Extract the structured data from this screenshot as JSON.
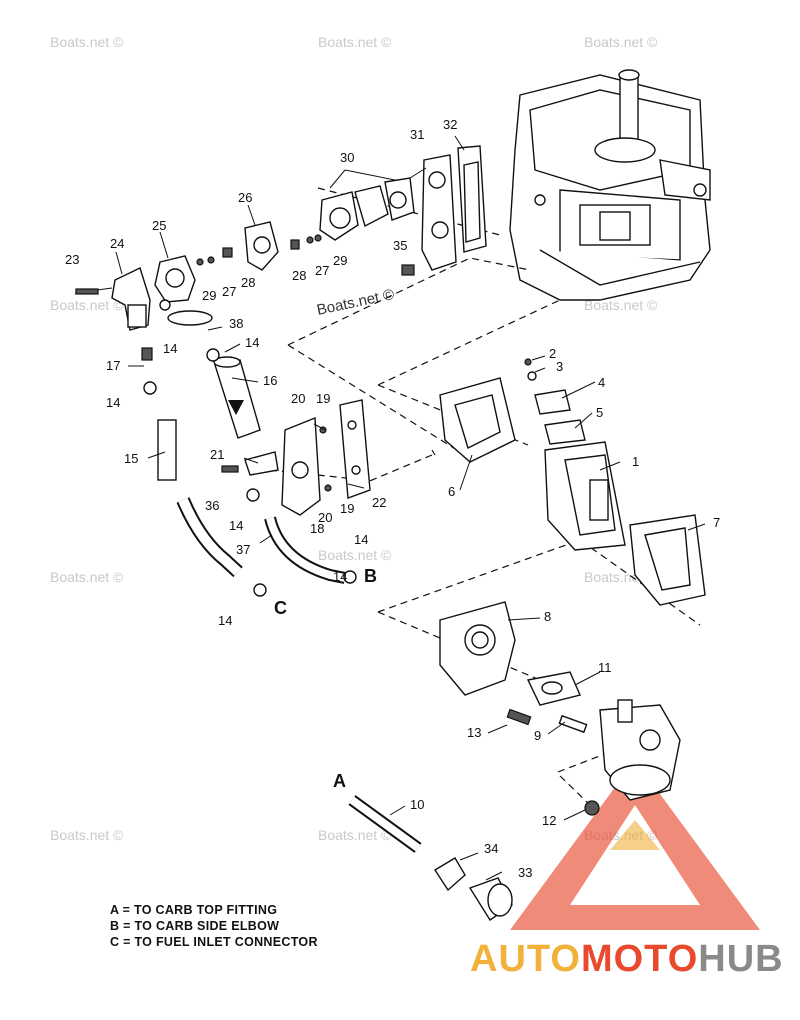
{
  "watermarks": [
    "Boats.net ©",
    "Boats.net ©",
    "Boats.net ©",
    "Boats.net ©",
    "Boats.net ©",
    "Boats.net ©",
    "Boats.net ©",
    "Boats.net ©",
    "Boats.net ©",
    "Boats.net ©",
    "Boats.net ©"
  ],
  "watermark_center": "Boats.net ©",
  "part_labels": [
    "1",
    "2",
    "3",
    "4",
    "5",
    "6",
    "7",
    "8",
    "9",
    "10",
    "11",
    "12",
    "13",
    "14",
    "14",
    "14",
    "14",
    "14",
    "14",
    "14",
    "15",
    "16",
    "17",
    "18",
    "19",
    "19",
    "20",
    "20",
    "21",
    "22",
    "23",
    "24",
    "25",
    "26",
    "27",
    "27",
    "28",
    "28",
    "29",
    "29",
    "30",
    "31",
    "32",
    "33",
    "34",
    "35",
    "36",
    "37",
    "38"
  ],
  "ref_labels": [
    "A",
    "B",
    "C"
  ],
  "legend": {
    "a": "A = TO CARB TOP FITTING",
    "b": "B = TO CARB SIDE ELBOW",
    "c": "C = TO FUEL INLET CONNECTOR"
  },
  "brand": {
    "part1": "AUTO",
    "part2": "MOTO",
    "part3": "HUB"
  },
  "colors": {
    "brand_yellow": "#f1b13b",
    "brand_red": "#e94a2d",
    "brand_gray": "#8a8a8a"
  }
}
